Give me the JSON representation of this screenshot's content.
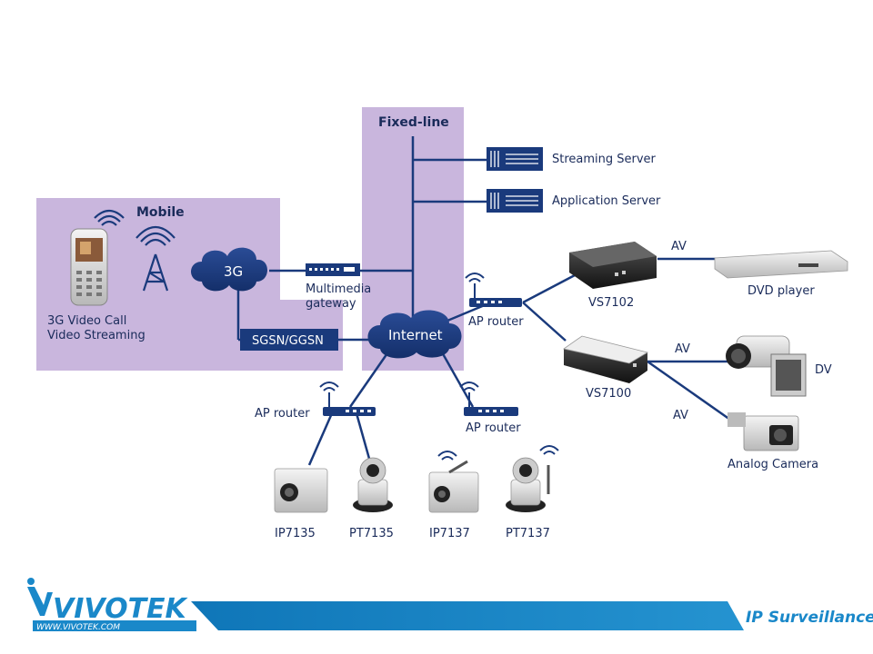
{
  "regions": {
    "mobile": "Mobile",
    "fixed_line": "Fixed-line"
  },
  "clouds": {
    "g3": "3G",
    "internet": "Internet"
  },
  "nodes": {
    "streaming_server": "Streaming Server",
    "application_server": "Application Server",
    "multimedia_gateway": [
      "Multimedia",
      "gateway"
    ],
    "sgsn": "SGSN/GGSN",
    "phone_caption": [
      "3G Video Call",
      "Video Streaming"
    ],
    "ap_router_right": "AP router",
    "ap_router_left": "AP router",
    "ap_router_bottom": "AP router",
    "vs7102": "VS7102",
    "vs7100": "VS7100",
    "dvd_player": "DVD player",
    "dv": "DV",
    "analog_camera": "Analog Camera",
    "ip7135": "IP7135",
    "pt7135": "PT7135",
    "ip7137": "IP7137",
    "pt7137": "PT7137"
  },
  "links": {
    "av1": "AV",
    "av2": "AV",
    "av3": "AV"
  },
  "footer": {
    "brand": "VIVOTEK",
    "url": "WWW.VIVOTEK.COM",
    "tagline": "IP Surveillance"
  },
  "colors": {
    "navy": "#1a3a7c",
    "region": "#c9b6dd",
    "footer_blue": "#1a88c9"
  }
}
